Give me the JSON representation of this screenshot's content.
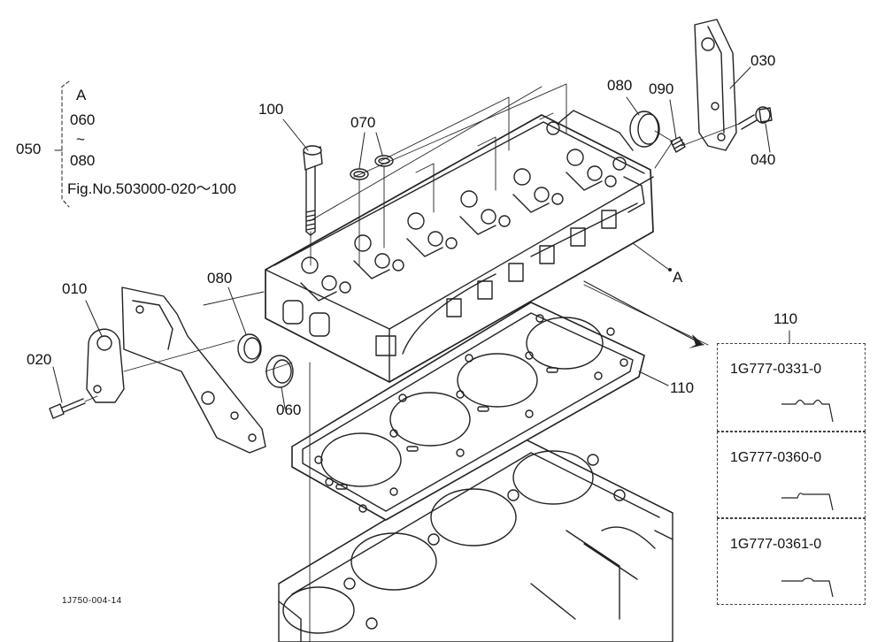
{
  "figure_code": "1J750-004-14",
  "callouts": {
    "p010": "010",
    "p020": "020",
    "p030": "030",
    "p040": "040",
    "p050": "050",
    "p060": "060",
    "p070": "070",
    "p080_top": "080",
    "p080_left": "080",
    "p090": "090",
    "p100": "100",
    "p110_main": "110",
    "p110_box": "110",
    "ref_a": "A"
  },
  "set_note": {
    "line1": "A",
    "line2": "060",
    "line3": "~",
    "line4": "080",
    "line5": "Fig.No.503000-020～100"
  },
  "variants": [
    {
      "part_no": "1G777-0331-0"
    },
    {
      "part_no": "1G777-0360-0"
    },
    {
      "part_no": "1G777-0361-0"
    }
  ]
}
